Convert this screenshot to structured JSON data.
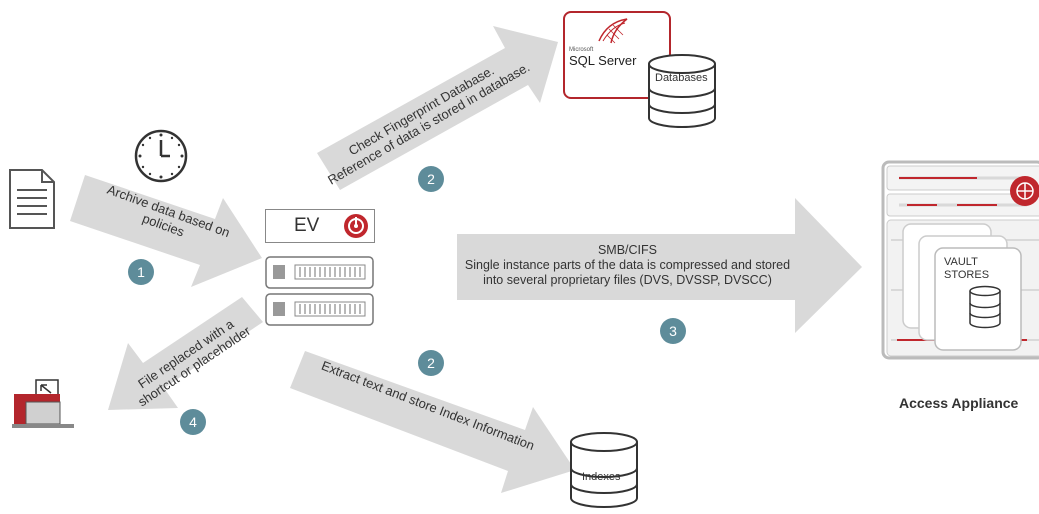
{
  "arrows": {
    "archive": "Archive data based on policies",
    "fingerprint_line1": "Check Fingerprint Database.",
    "fingerprint_line2": "Reference of data is stored in database.",
    "smb_line1": "SMB/CIFS",
    "smb_line2": "Single instance parts of the data is compressed and stored",
    "smb_line3": "into several proprietary files (DVS, DVSSP, DVSCC)",
    "extract": "Extract text and store Index Information",
    "replace_line1": "File replaced with a",
    "replace_line2": "shortcut or placeholder"
  },
  "badges": {
    "step1": "1",
    "step2a": "2",
    "step2b": "2",
    "step3": "3",
    "step4": "4"
  },
  "nodes": {
    "ev_label": "EV",
    "sql_small": "Microsoft",
    "sql_label": "SQL Server",
    "databases_label": "Databases",
    "indexes_label": "Indexes",
    "vault_line1": "VAULT",
    "vault_line2": "STORES",
    "appliance_label": "Access Appliance"
  },
  "colors": {
    "arrow_gray": "#d9d9d9",
    "badge_teal": "#5e8c9a",
    "brand_red": "#c0272d"
  }
}
